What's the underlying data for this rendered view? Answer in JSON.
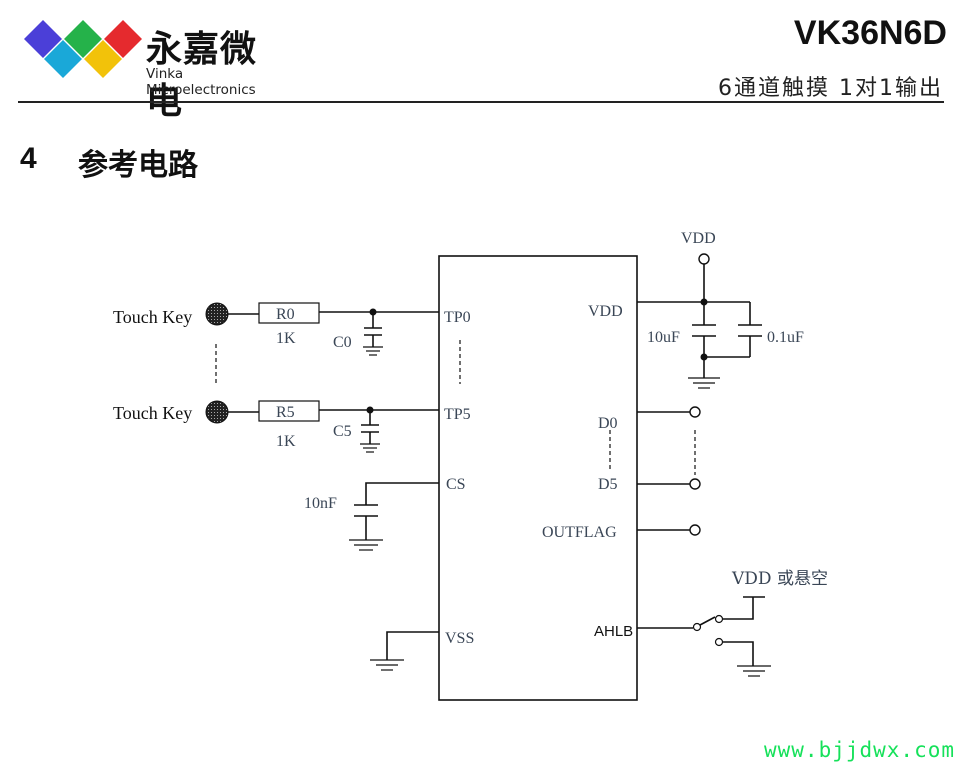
{
  "header": {
    "logo": {
      "name_cn": "永嘉微电",
      "name_en": "Vinka Microelectronics",
      "colors": [
        "#4b3fd8",
        "#1aa8d8",
        "#25b24a",
        "#f2c20a",
        "#e52a2e"
      ]
    },
    "part_number": "VK36N6D",
    "subtitle": "6通道触摸 1对1输出"
  },
  "section": {
    "number": "4",
    "title": "参考电路"
  },
  "schematic": {
    "touch_keys": [
      {
        "label": "Touch Key",
        "resistor": "R0",
        "resistor_value": "1K",
        "capacitor": "C0",
        "pin": "TP0"
      },
      {
        "label": "Touch Key",
        "resistor": "R5",
        "resistor_value": "1K",
        "capacitor": "C5",
        "pin": "TP5"
      }
    ],
    "cs": {
      "pin": "CS",
      "capacitor_value": "10nF"
    },
    "vss": {
      "pin": "VSS"
    },
    "power": {
      "rail_label": "VDD",
      "pin": "VDD",
      "capacitors": [
        "10uF",
        "0.1uF"
      ]
    },
    "outputs": [
      {
        "pin": "D0"
      },
      {
        "pin": "D5"
      },
      {
        "pin": "OUTFLAG"
      }
    ],
    "ahlb": {
      "pin": "AHLB",
      "option_label": "VDD 或悬空"
    }
  },
  "footer": {
    "watermark": "www.bjjdwx.com",
    "watermark_color": "#16e15a"
  }
}
